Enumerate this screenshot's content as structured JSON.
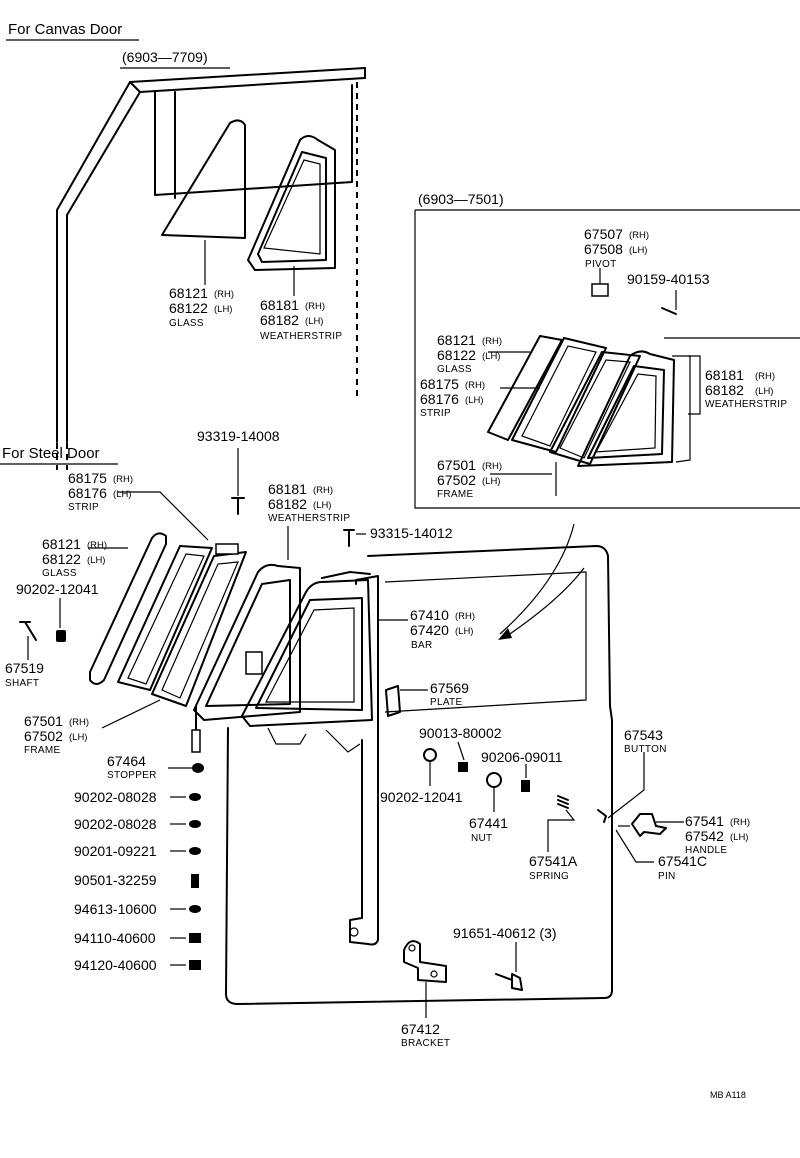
{
  "headings": {
    "canvas_door": "For Canvas Door",
    "canvas_range": "(6903—7709)",
    "steel_door": "For Steel Door",
    "inset_range": "(6903—7501)"
  },
  "canvas": {
    "glass": {
      "rh": "68121",
      "rh_tag": "(RH)",
      "lh": "68122",
      "lh_tag": "(LH)",
      "name": "GLASS"
    },
    "weatherstrip": {
      "rh": "68181",
      "rh_tag": "(RH)",
      "lh": "68182",
      "lh_tag": "(LH)",
      "name": "WEATHERSTRIP"
    }
  },
  "inset": {
    "pivot": {
      "rh": "67507",
      "rh_tag": "(RH)",
      "lh": "67508",
      "lh_tag": "(LH)",
      "name": "PIVOT"
    },
    "screw": {
      "pn": "90159-40153"
    },
    "glass": {
      "rh": "68121",
      "rh_tag": "(RH)",
      "lh": "68122",
      "lh_tag": "(LH)",
      "name": "GLASS"
    },
    "strip": {
      "rh": "68175",
      "rh_tag": "(RH)",
      "lh": "68176",
      "lh_tag": "(LH)",
      "name": "STRIP"
    },
    "weatherstrip": {
      "rh": "68181",
      "rh_tag": "(RH)",
      "lh": "68182",
      "lh_tag": "(LH)",
      "name": "WEATHERSTRIP"
    },
    "frame": {
      "rh": "67501",
      "rh_tag": "(RH)",
      "lh": "67502",
      "lh_tag": "(LH)",
      "name": "FRAME"
    }
  },
  "steel": {
    "screw_top": {
      "pn": "93319-14008"
    },
    "strip": {
      "rh": "68175",
      "rh_tag": "(RH)",
      "lh": "68176",
      "lh_tag": "(LH)",
      "name": "STRIP"
    },
    "weatherstrip": {
      "rh": "68181",
      "rh_tag": "(RH)",
      "lh": "68182",
      "lh_tag": "(LH)",
      "name": "WEATHERSTRIP"
    },
    "screw_mid": {
      "pn": "93315-14012"
    },
    "glass": {
      "rh": "68121",
      "rh_tag": "(RH)",
      "lh": "68122",
      "lh_tag": "(LH)",
      "name": "GLASS"
    },
    "washer_left": {
      "pn": "90202-12041"
    },
    "shaft": {
      "pn": "67519",
      "name": "SHAFT"
    },
    "bar": {
      "rh": "67410",
      "rh_tag": "(RH)",
      "lh": "67420",
      "lh_tag": "(LH)",
      "name": "BAR"
    },
    "plate": {
      "pn": "67569",
      "name": "PLATE"
    },
    "frame": {
      "rh": "67501",
      "rh_tag": "(RH)",
      "lh": "67502",
      "lh_tag": "(LH)",
      "name": "FRAME"
    },
    "stopper": {
      "pn": "67464",
      "name": "STOPPER"
    },
    "hardware_column": [
      "90202-08028",
      "90202-08028",
      "90201-09221",
      "90501-32259",
      "94613-10600",
      "94110-40600",
      "94120-40600"
    ],
    "pn_90013": {
      "pn": "90013-80002"
    },
    "pn_90206": {
      "pn": "90206-09011"
    },
    "washer_mid": {
      "pn": "90202-12041"
    },
    "nut": {
      "pn": "67441",
      "name": "NUT"
    },
    "button": {
      "pn": "67543",
      "name": "BUTTON"
    },
    "handle": {
      "rh": "67541",
      "rh_tag": "(RH)",
      "lh": "67542",
      "lh_tag": "(LH)",
      "name": "HANDLE"
    },
    "spring": {
      "pn": "67541A",
      "name": "SPRING"
    },
    "pin": {
      "pn": "67541C",
      "name": "PIN"
    },
    "bolt": {
      "pn": "91651-40612 (3)"
    },
    "bracket": {
      "pn": "67412",
      "name": "BRACKET"
    }
  },
  "reference_code": "MB A118"
}
